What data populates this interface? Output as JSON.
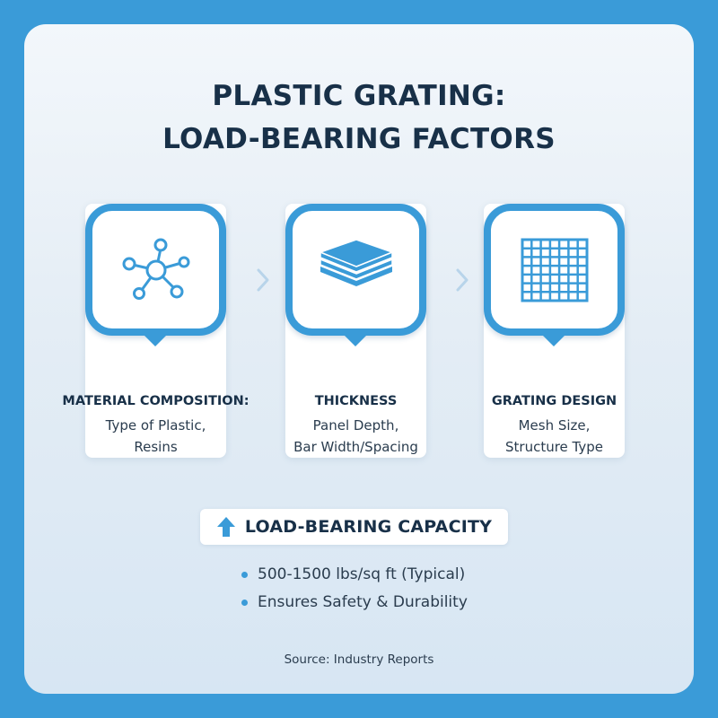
{
  "title": {
    "line1": "PLASTIC GRATING:",
    "line2": "LOAD-BEARING FACTORS"
  },
  "factors": [
    {
      "icon": "molecule-icon",
      "label": "MATERIAL COMPOSITION:",
      "desc_line1": "Type of Plastic,",
      "desc_line2": "Resins"
    },
    {
      "icon": "layers-icon",
      "label": "THICKNESS",
      "desc_line1": "Panel Depth,",
      "desc_line2": "Bar Width/Spacing"
    },
    {
      "icon": "grid-icon",
      "label": "GRATING DESIGN",
      "desc_line1": "Mesh Size,",
      "desc_line2": "Structure Type"
    }
  ],
  "capacity": {
    "icon": "arrow-up-icon",
    "label": "LOAD-BEARING CAPACITY",
    "bullets": [
      "500-1500 lbs/sq ft (Typical)",
      "Ensures Safety & Durability"
    ]
  },
  "source": "Source: Industry Reports",
  "colors": {
    "accent": "#3a9bd8",
    "text_dark": "#183048"
  }
}
